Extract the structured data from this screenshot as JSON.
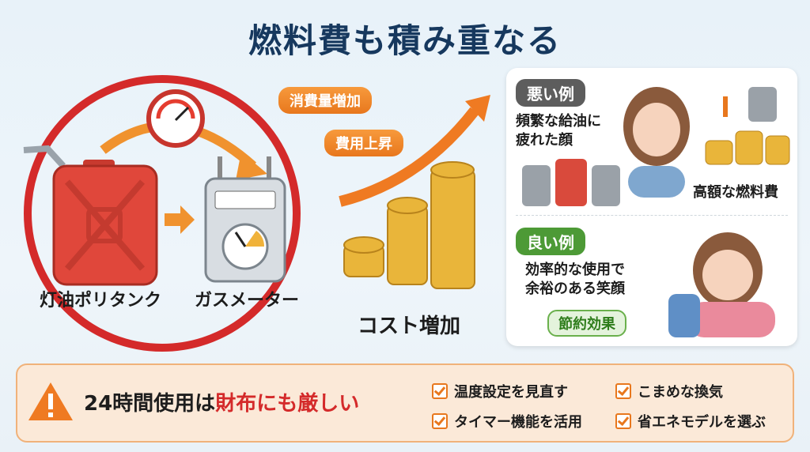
{
  "title": "燃料費も積み重なる",
  "left": {
    "tank_label": "灯油ポリタンク",
    "meter_label": "ガスメーター"
  },
  "middle": {
    "pill1": "消費量増加",
    "pill2": "費用上昇",
    "cost_label": "コスト増加"
  },
  "panel": {
    "bad": {
      "tag": "悪い例",
      "line1": "頻繁な給油に",
      "line2": "疲れた顔",
      "caption": "高額な燃料費"
    },
    "good": {
      "tag": "良い例",
      "line1": "効率的な使用で",
      "line2": "余裕のある笑顔",
      "badge": "節約効果"
    }
  },
  "bottom": {
    "warn_prefix": "24時間使用は",
    "warn_highlight": "財布にも厳しい",
    "tips": [
      "温度設定を見直す",
      "こまめな換気",
      "タイマー機能を活用",
      "省エネモデルを選ぶ"
    ]
  },
  "colors": {
    "accent": "#e8771d",
    "danger": "#d42a2a",
    "navy": "#16385e",
    "bad_tag": "#5d5d5d",
    "good_tag": "#4d9a36"
  }
}
